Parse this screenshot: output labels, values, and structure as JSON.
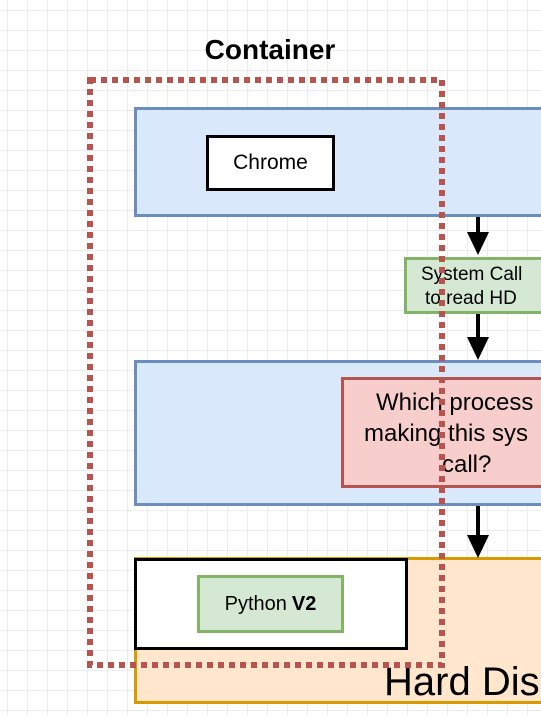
{
  "diagram": {
    "container_title": "Container",
    "chrome_label": "Chrome",
    "syscall_label_line1": "System Call",
    "syscall_label_line2": "to read HD",
    "which_line1": "Which process",
    "which_line2": "making this sys",
    "which_line3": "call?",
    "python_label": "Python",
    "python_version": "V2",
    "hard_disk_label": "Hard Dis"
  },
  "colors": {
    "blue_fill": "#dae8fc",
    "blue_stroke": "#6c8ebf",
    "green_fill": "#d5e8d4",
    "green_stroke": "#82b366",
    "red_fill": "#f8cecc",
    "red_stroke": "#b85450",
    "orange_fill": "#ffe6cc",
    "orange_stroke": "#d79b00",
    "container_stroke": "#b85450"
  }
}
